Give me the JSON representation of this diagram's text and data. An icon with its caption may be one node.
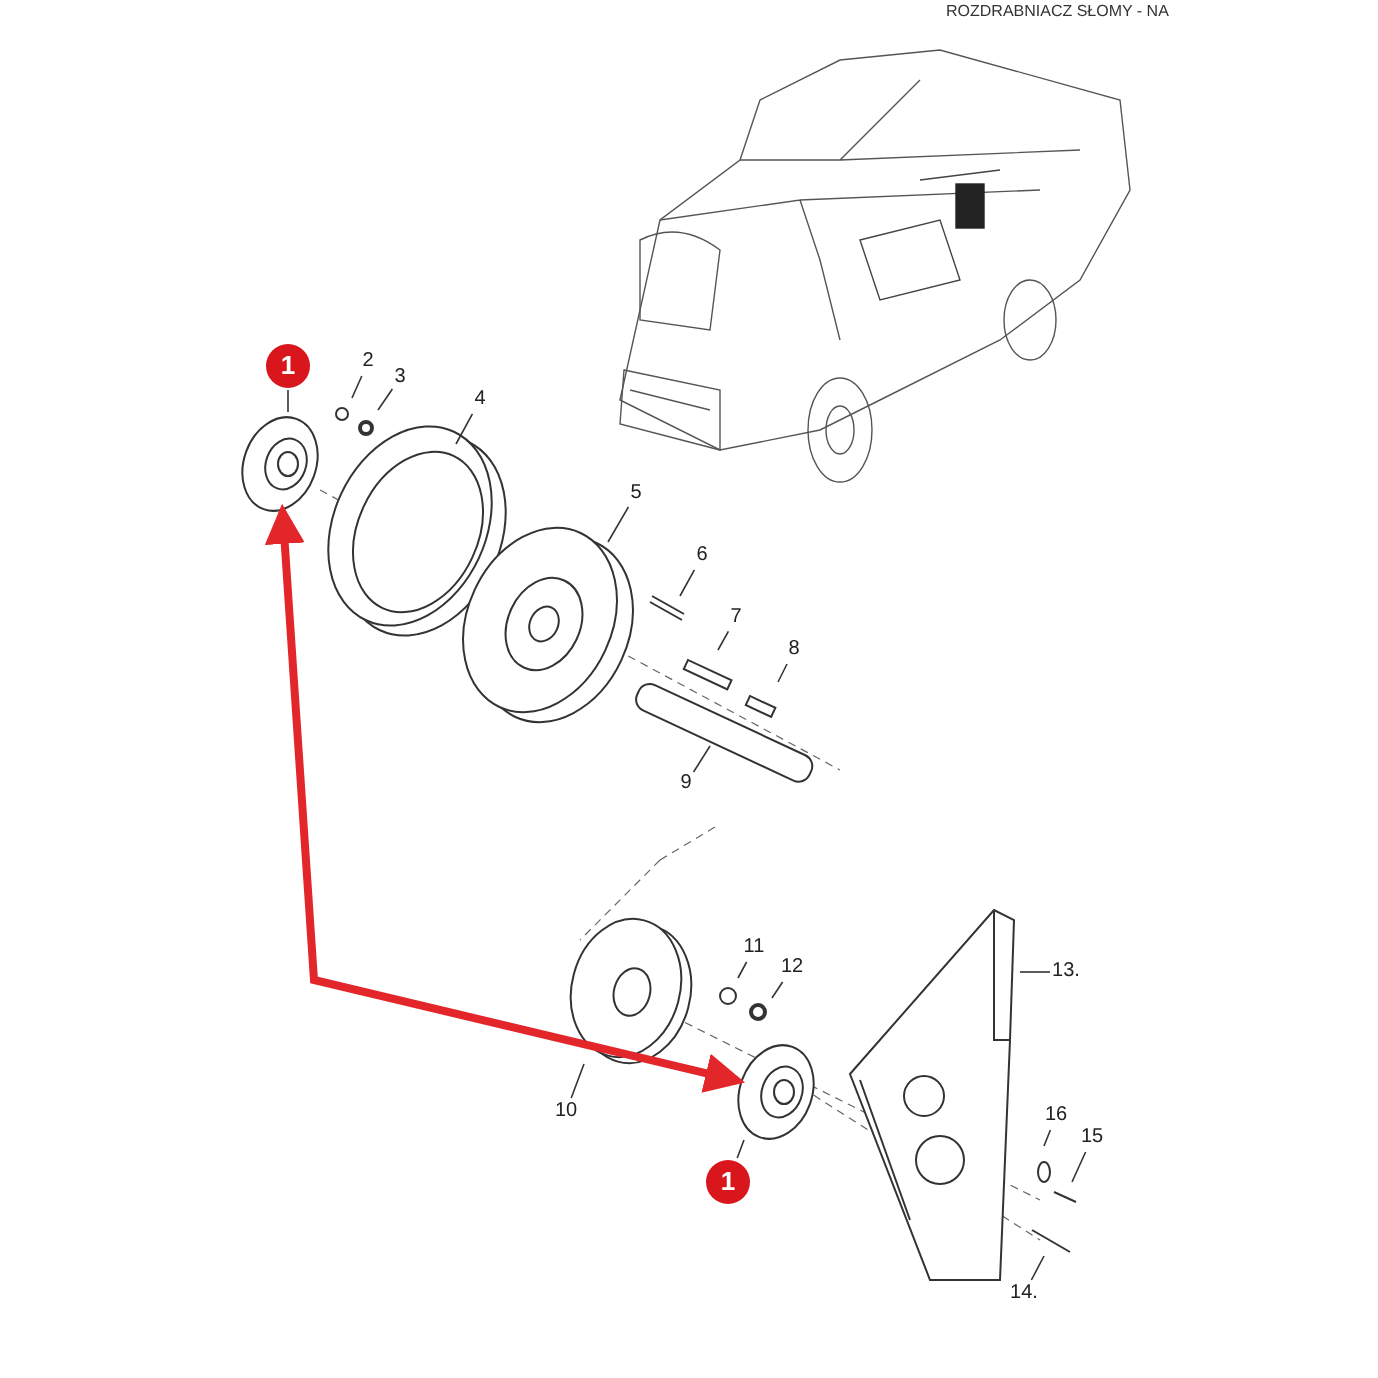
{
  "diagram": {
    "nodes": [
      {
        "text": [
          "1"
        ]
      },
      {
        "text": [],
        "shape": "picture"
      },
      {
        "text": [
          "2"
        ]
      },
      {
        "text": [
          "3"
        ]
      },
      {
        "text": [
          "4"
        ]
      },
      {
        "text": [
          "5"
        ]
      },
      {
        "text": [
          "6"
        ]
      },
      {
        "text": [
          "7"
        ]
      },
      {
        "text": [
          "8"
        ]
      },
      {
        "text": [
          "9"
        ]
      },
      {
        "text": [
          "10"
        ]
      },
      {
        "text": [
          "11"
        ]
      },
      {
        "text": [
          "12"
        ]
      },
      {
        "text": [
          "13."
        ]
      },
      {
        "text": [
          "16"
        ]
      },
      {
        "text": [
          "15"
        ]
      },
      {
        "text": [
          "14."
        ]
      },
      {
        "text": [
          "1"
        ]
      },
      {
        "text": [],
        "shape": "picture"
      }
    ],
    "edges": [
      {
        "from": 0,
        "to": 1,
        "arrow": "none"
      },
      {
        "from": 2,
        "to": null,
        "arrow": "none"
      },
      {
        "from": 3,
        "to": null,
        "arrow": "none"
      },
      {
        "from": 4,
        "to": null,
        "arrow": "none"
      },
      {
        "from": 5,
        "to": null,
        "arrow": "none"
      },
      {
        "from": 6,
        "to": null,
        "arrow": "none"
      },
      {
        "from": 7,
        "to": null,
        "arrow": "none"
      },
      {
        "from": 8,
        "to": null,
        "arrow": "none"
      },
      {
        "from": 9,
        "to": null,
        "arrow": "none"
      },
      {
        "from": 10,
        "to": null,
        "arrow": "none"
      },
      {
        "from": 11,
        "to": null,
        "arrow": "none"
      },
      {
        "from": 12,
        "to": null,
        "arrow": "none"
      },
      {
        "from": 13,
        "to": null,
        "arrow": "none"
      },
      {
        "from": 14,
        "to": null,
        "arrow": "none"
      },
      {
        "from": 15,
        "to": null,
        "arrow": "none"
      },
      {
        "from": 16,
        "to": null,
        "arrow": "none"
      },
      {
        "from": 17,
        "to": 18,
        "arrow": "none"
      },
      {
        "from": 1,
        "to": 18,
        "arrow": "both",
        "style": "thick",
        "color": "#e3262a"
      }
    ],
    "labels": [
      "ROZDRABNIACZ SŁOMY - NA"
    ]
  }
}
